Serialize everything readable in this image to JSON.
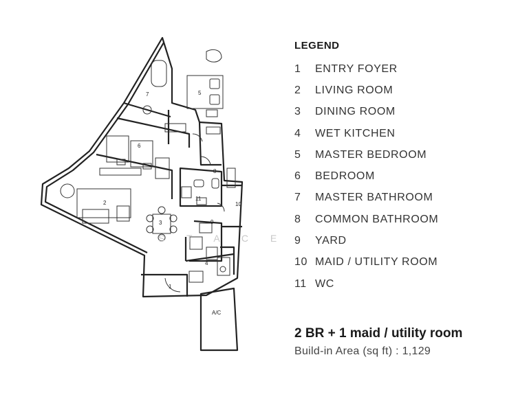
{
  "legend": {
    "title": "LEGEND",
    "items": [
      {
        "num": "1",
        "label": "ENTRY FOYER"
      },
      {
        "num": "2",
        "label": "LIVING ROOM"
      },
      {
        "num": "3",
        "label": "DINING ROOM"
      },
      {
        "num": "4",
        "label": "WET KITCHEN"
      },
      {
        "num": "5",
        "label": "MASTER BEDROOM"
      },
      {
        "num": "6",
        "label": "BEDROOM"
      },
      {
        "num": "7",
        "label": "MASTER BATHROOM"
      },
      {
        "num": "8",
        "label": "COMMON BATHROOM"
      },
      {
        "num": "9",
        "label": "YARD"
      },
      {
        "num": "10",
        "label": "MAID / UTILITY ROOM"
      },
      {
        "num": "11",
        "label": "WC"
      }
    ]
  },
  "summary": {
    "title": "2 BR + 1 maid / utility room",
    "area": "Build-in Area (sq ft) : 1,129"
  },
  "plan": {
    "room_numbers": [
      "1",
      "2",
      "3",
      "4",
      "5",
      "6",
      "7",
      "8",
      "9",
      "10",
      "11"
    ],
    "ac_label": "A/C",
    "watermark": "S T A C E P O H"
  }
}
